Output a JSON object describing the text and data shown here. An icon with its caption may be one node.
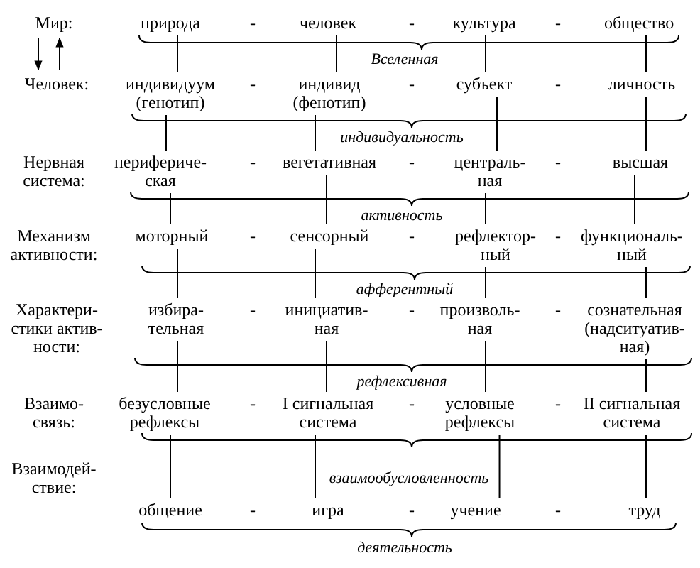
{
  "diagram": {
    "nodes": [
      {
        "text": [
          "Мир:"
        ]
      },
      {
        "text": [
          "природа"
        ]
      },
      {
        "text": [
          "человек"
        ]
      },
      {
        "text": [
          "культура"
        ]
      },
      {
        "text": [
          "общество"
        ]
      },
      {
        "text": [
          "Человек:"
        ]
      },
      {
        "text": [
          "индивидуум (генотип)"
        ]
      },
      {
        "text": [
          "индивид (фенотип)"
        ]
      },
      {
        "text": [
          "субъект"
        ]
      },
      {
        "text": [
          "личность"
        ]
      },
      {
        "text": [
          "перифериче- ская"
        ]
      },
      {
        "text": [
          "вегетативная"
        ]
      },
      {
        "text": [
          "централь- ная"
        ]
      },
      {
        "text": [
          "высшая"
        ]
      },
      {
        "text": [
          "моторный"
        ]
      },
      {
        "text": [
          "сенсорный"
        ]
      },
      {
        "text": [
          "рефлектор- ный"
        ]
      },
      {
        "text": [
          "функциональ- ный"
        ]
      },
      {
        "text": [
          "избира- тельная"
        ]
      },
      {
        "text": [
          "инициатив- ная"
        ]
      },
      {
        "text": [
          "произволь- ная"
        ]
      },
      {
        "text": [
          "сознательная (надситуатив- ная)"
        ]
      },
      {
        "text": [
          "безусловные рефлексы"
        ]
      },
      {
        "text": [
          "I сигнальная система"
        ]
      },
      {
        "text": [
          "условные рефлексы"
        ]
      },
      {
        "text": [
          "II сигнальная система"
        ]
      },
      {
        "text": [
          "общение"
        ]
      },
      {
        "text": [
          "игра"
        ]
      },
      {
        "text": [
          "учение"
        ]
      },
      {
        "text": [
          "труд"
        ]
      }
    ],
    "edges": [
      {
        "from": 0,
        "to": 5,
        "arrow": "to"
      },
      {
        "from": 5,
        "to": 0,
        "arrow": "to"
      },
      {
        "from": 1,
        "to": 6,
        "arrow": "none"
      },
      {
        "from": 2,
        "to": 7,
        "arrow": "none"
      },
      {
        "from": 3,
        "to": 8,
        "arrow": "none"
      },
      {
        "from": 4,
        "to": 9,
        "arrow": "none"
      },
      {
        "from": 6,
        "to": 10,
        "arrow": "none"
      },
      {
        "from": 7,
        "to": 11,
        "arrow": "none"
      },
      {
        "from": 8,
        "to": 12,
        "arrow": "none"
      },
      {
        "from": 9,
        "to": 13,
        "arrow": "none"
      },
      {
        "from": 10,
        "to": 14,
        "arrow": "none"
      },
      {
        "from": 11,
        "to": 15,
        "arrow": "none"
      },
      {
        "from": 12,
        "to": 16,
        "arrow": "none"
      },
      {
        "from": 13,
        "to": 17,
        "arrow": "none"
      },
      {
        "from": 14,
        "to": 18,
        "arrow": "none"
      },
      {
        "from": 15,
        "to": 19,
        "arrow": "none"
      },
      {
        "from": 16,
        "to": 20,
        "arrow": "none"
      },
      {
        "from": 17,
        "to": 21,
        "arrow": "none"
      },
      {
        "from": 18,
        "to": 22,
        "arrow": "none"
      },
      {
        "from": 19,
        "to": 23,
        "arrow": "none"
      },
      {
        "from": 20,
        "to": 24,
        "arrow": "none"
      },
      {
        "from": 21,
        "to": 25,
        "arrow": "none"
      },
      {
        "from": 22,
        "to": 26,
        "arrow": "none"
      },
      {
        "from": 23,
        "to": 27,
        "arrow": "none"
      },
      {
        "from": 24,
        "to": 28,
        "arrow": "none"
      },
      {
        "from": 25,
        "to": 29,
        "arrow": "none"
      }
    ],
    "labels": [
      "-",
      "-",
      "-",
      "Вселенная",
      "-",
      "-",
      "-",
      "индивидуальность",
      "Нервная система:",
      "-",
      "-",
      "-",
      "активность",
      "Механизм активности:",
      "-",
      "-",
      "-",
      "афферентный",
      "Характери- стики актив- ности:",
      "-",
      "-",
      "-",
      "рефлексивная",
      "Взаимо- связь:",
      "-",
      "-",
      "-",
      "Взаимодей- ствие:",
      "взаимообусловленность",
      "-",
      "-",
      "-",
      "деятельность"
    ]
  }
}
